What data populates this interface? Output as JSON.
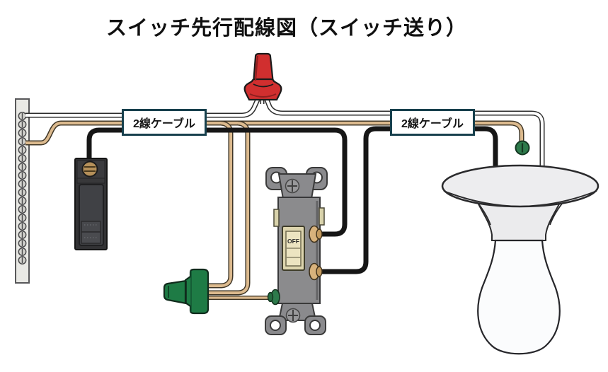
{
  "title": "スイッチ先行配線図（スイッチ送り）",
  "cable_labels": {
    "left": "2線ケーブル",
    "right": "2線ケーブル"
  },
  "switch": {
    "position_label": "OFF"
  },
  "terminal_strip": {
    "screw_count": 18
  },
  "colors": {
    "background": "#ffffff",
    "wire_hot_black": "#161616",
    "wire_neutral_white": "#ffffff",
    "wire_ground_tan": "#dcba8e",
    "wire_outline": "#2b2b2b",
    "red_wire_nut": "#d12f2f",
    "green_wire_nut": "#1e7b45",
    "breaker_body": "#323234",
    "switch_body": "#8b8b8d",
    "toggle_ivory": "#ece4c1",
    "brass_terminal": "#d8b27c",
    "ground_screw_green": "#2d7a4b",
    "label_border": "#17404d",
    "fixture_gray": "#ededef",
    "bulb_white": "#fbfcfd",
    "terminal_strip_gray": "#e9e9e5"
  },
  "components": [
    {
      "id": "terminal-strip",
      "desc": "vertical screw terminal bar at panel side"
    },
    {
      "id": "circuit-breaker",
      "desc": "breaker with brass terminal feeding black hot wire"
    },
    {
      "id": "red-wire-nut",
      "desc": "joins the two white neutral wires"
    },
    {
      "id": "green-wire-nut",
      "desc": "joins ground wires with pigtail to switch ground screw"
    },
    {
      "id": "toggle-switch",
      "desc": "single-pole toggle switch shown OFF"
    },
    {
      "id": "light-fixture",
      "desc": "ceiling lampholder with bulb and green ground screw"
    }
  ]
}
